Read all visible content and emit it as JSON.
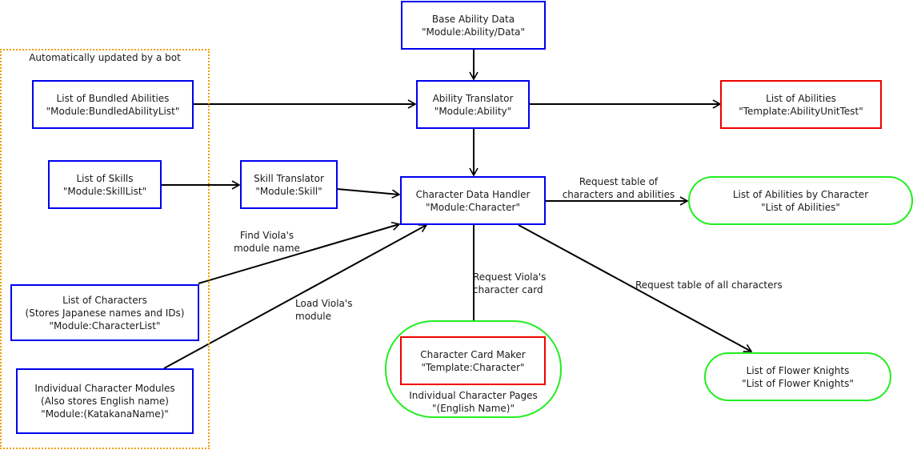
{
  "group": {
    "label": "Automatically updated by a bot",
    "border_color": "#f0a000"
  },
  "colors": {
    "module": "#0000ee",
    "template": "#ee0000",
    "page": "#22ee22",
    "edge": "#000000"
  },
  "nodes": {
    "base_ability_data": {
      "title": "Base Ability Data",
      "subtitle": "\"Module:Ability/Data\""
    },
    "bundled_abilities": {
      "title": "List of Bundled Abilities",
      "subtitle": "\"Module:BundledAbilityList\""
    },
    "ability_translator": {
      "title": "Ability Translator",
      "subtitle": "\"Module:Ability\""
    },
    "ability_unit_test": {
      "title": "List of Abilities",
      "subtitle": "\"Template:AbilityUnitTest\""
    },
    "skill_list": {
      "title": "List of Skills",
      "subtitle": "\"Module:SkillList\""
    },
    "skill_translator": {
      "title": "Skill Translator",
      "subtitle": "\"Module:Skill\""
    },
    "character_handler": {
      "title": "Character Data Handler",
      "subtitle": "\"Module:Character\""
    },
    "abilities_by_character": {
      "title": "List of Abilities by Character",
      "subtitle": "\"List of Abilities\""
    },
    "character_list": {
      "title": "List of Characters",
      "note": "(Stores Japanese names and IDs)",
      "subtitle": "\"Module:CharacterList\""
    },
    "character_modules": {
      "title": "Individual Character Modules",
      "note": "(Also stores English name)",
      "subtitle": "\"Module:(KatakanaName)\""
    },
    "character_card_maker": {
      "title": "Character Card Maker",
      "subtitle": "\"Template:Character\""
    },
    "character_pages": {
      "title": "Individual Character Pages",
      "subtitle": "\"(English Name)\""
    },
    "flower_knights": {
      "title": "List of Flower Knights",
      "subtitle": "\"List of Flower Knights\""
    }
  },
  "edges": [
    {
      "from": "base_ability_data",
      "to": "ability_translator",
      "label": ""
    },
    {
      "from": "bundled_abilities",
      "to": "ability_translator",
      "label": ""
    },
    {
      "from": "ability_translator",
      "to": "ability_unit_test",
      "label": ""
    },
    {
      "from": "ability_translator",
      "to": "character_handler",
      "label": ""
    },
    {
      "from": "skill_list",
      "to": "skill_translator",
      "label": ""
    },
    {
      "from": "skill_translator",
      "to": "character_handler",
      "label": ""
    },
    {
      "from": "character_handler",
      "to": "abilities_by_character",
      "label": [
        "Request table of",
        "characters and abilities"
      ]
    },
    {
      "from": "character_list",
      "to": "character_handler",
      "label": [
        "Find Viola's",
        "module name"
      ]
    },
    {
      "from": "character_modules",
      "to": "character_handler",
      "label": [
        "Load Viola's",
        "module"
      ]
    },
    {
      "from": "character_handler",
      "to": "character_card_maker",
      "label": [
        "Request Viola's",
        "character card"
      ]
    },
    {
      "from": "character_handler",
      "to": "flower_knights",
      "label": [
        "Request table of all characters"
      ]
    }
  ],
  "edge_labels": {
    "abilities_table": [
      "Request table of",
      "characters and abilities"
    ],
    "find_module": [
      "Find Viola's",
      "module name"
    ],
    "load_module": [
      "Load Viola's",
      "module"
    ],
    "card_request": [
      "Request Viola's",
      "character card"
    ],
    "all_characters": "Request table of all characters"
  }
}
